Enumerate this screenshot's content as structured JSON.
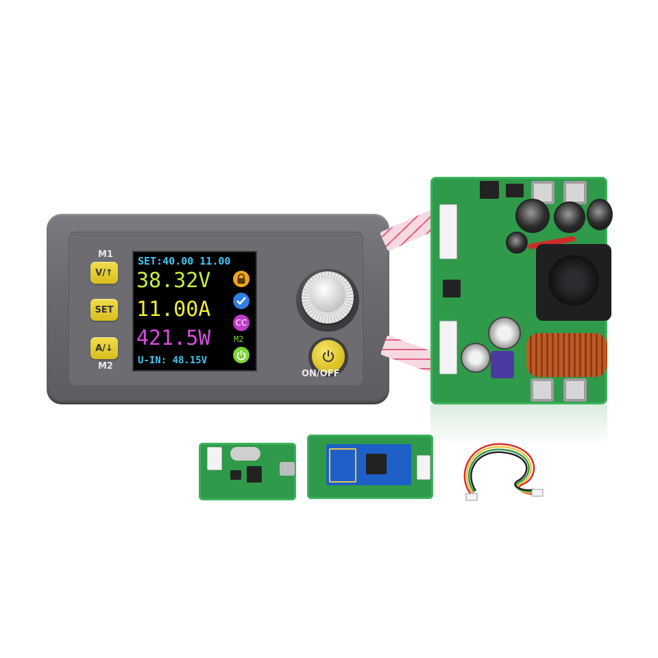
{
  "device": {
    "top_label": "M1",
    "bottom_label": "M2",
    "buttons": {
      "up": "V/↑",
      "set": "SET",
      "down": "A/↓"
    },
    "power_label": "ON/OFF"
  },
  "screen": {
    "set_line": "SET:40.00 11.00",
    "voltage": "38.32V",
    "current": "11.00A",
    "power": "421.5W",
    "input": "U-IN: 48.15V",
    "memory": "M2",
    "status_cc": "CC",
    "colors": {
      "set_line": "#3fc7f2",
      "voltage": "#c6f03a",
      "current": "#f2ee34",
      "power": "#d84de0",
      "input": "#3fc7f2",
      "lock": "#f1a51c",
      "check": "#2f7fe0",
      "cc": "#c13cc9",
      "power_icon": "#7ed63a"
    }
  },
  "colors": {
    "panel": "#6a6a70",
    "button": "#e4c82e",
    "pcb": "#2f9a4a",
    "ribbon": "#e55e82"
  }
}
